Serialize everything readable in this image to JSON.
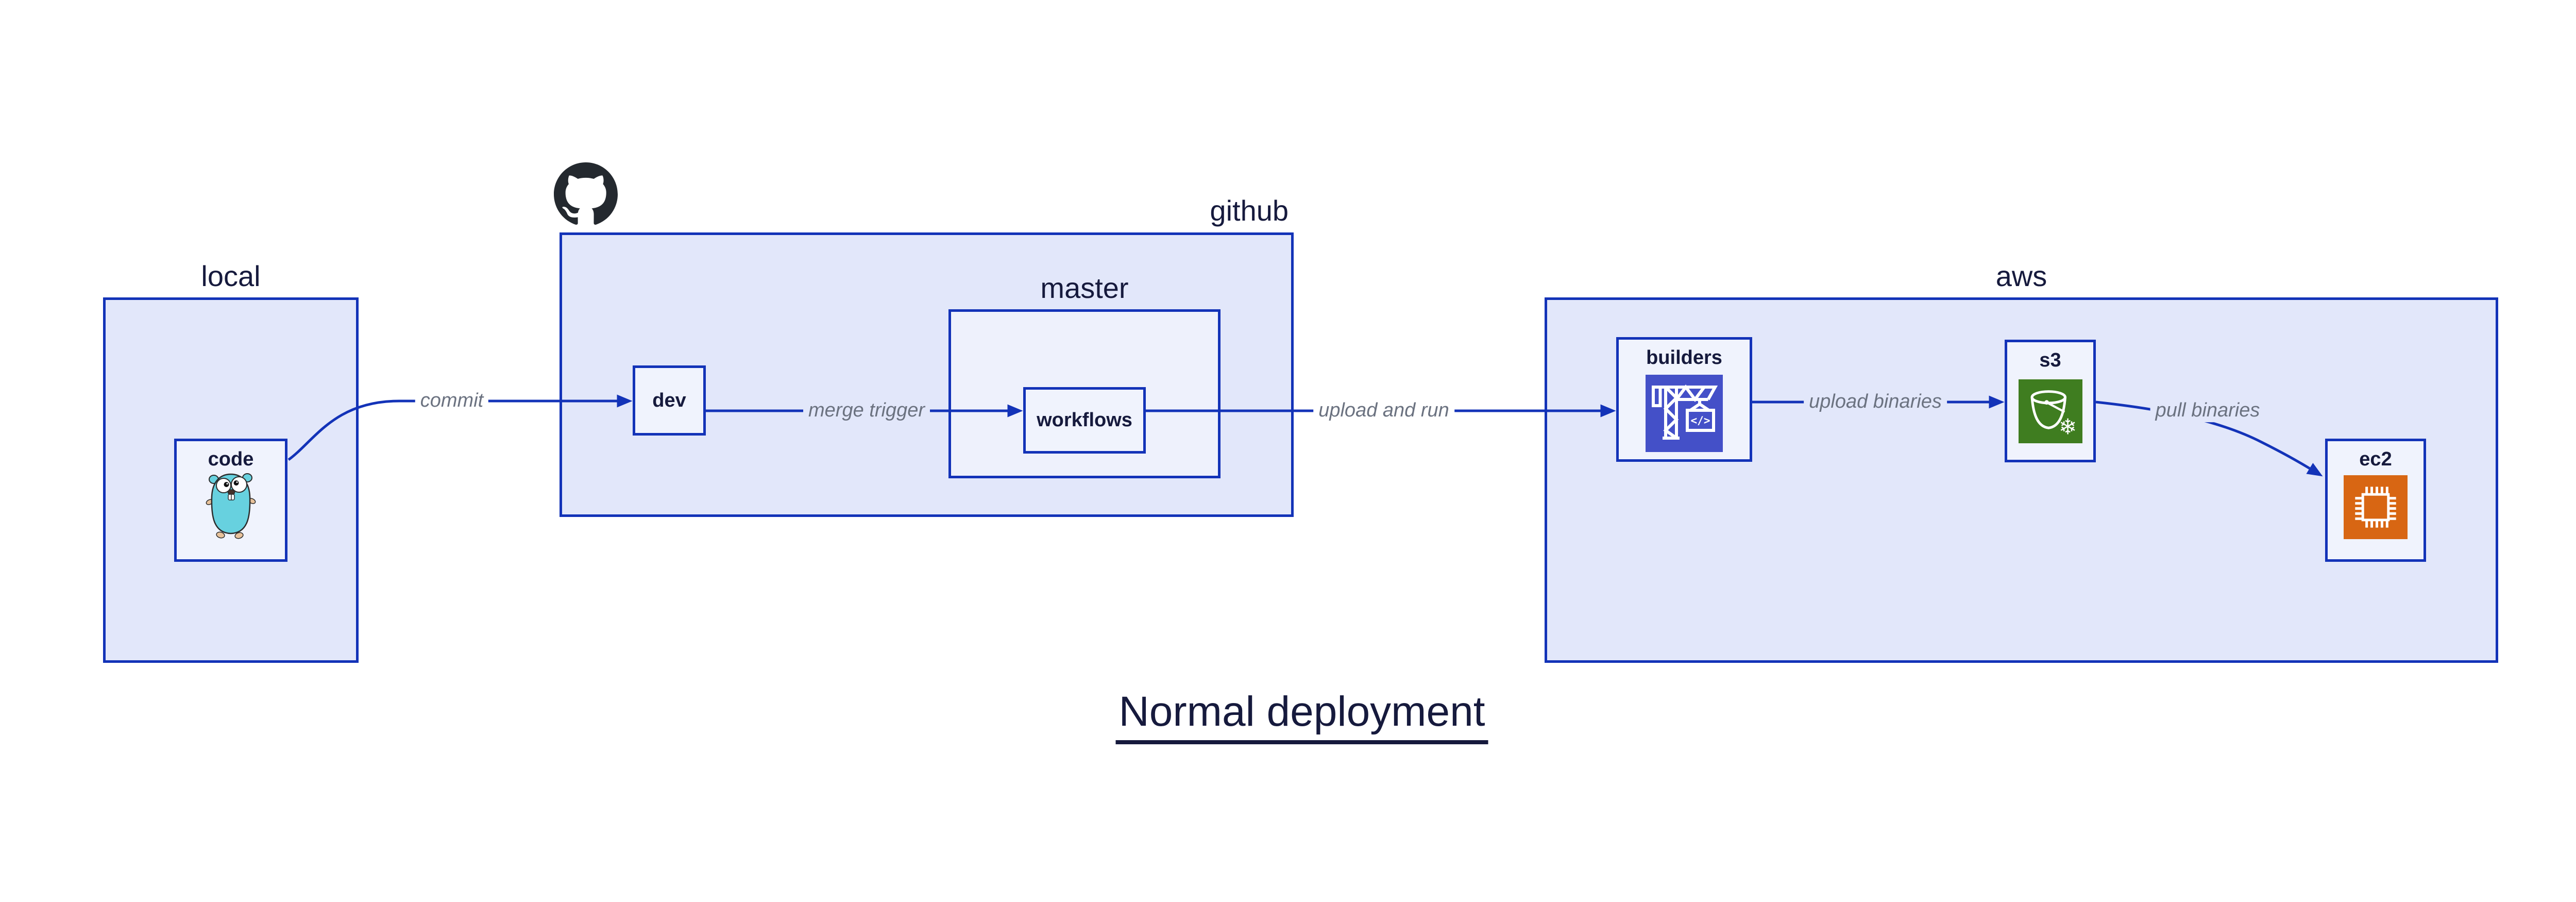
{
  "diagram": {
    "title": "Normal deployment",
    "groups": {
      "local": {
        "label": "local"
      },
      "github": {
        "label": "github",
        "logo_icon": "github-octocat-icon"
      },
      "master": {
        "label": "master"
      },
      "aws": {
        "label": "aws"
      }
    },
    "nodes": {
      "code": {
        "label": "code",
        "icon": "go-gopher-icon"
      },
      "dev": {
        "label": "dev"
      },
      "workflows": {
        "label": "workflows"
      },
      "builders": {
        "label": "builders",
        "icon": "codebuild-crane-icon",
        "icon_bg": "#4450c8"
      },
      "s3": {
        "label": "s3",
        "icon": "s3-glacier-bucket-icon",
        "icon_bg": "#3f7d20"
      },
      "ec2": {
        "label": "ec2",
        "icon": "ec2-chip-icon",
        "icon_bg": "#d86613"
      }
    },
    "edges": {
      "commit": {
        "label": "commit",
        "from": "code",
        "to": "dev"
      },
      "merge_trigger": {
        "label": "merge trigger",
        "from": "dev",
        "to": "workflows"
      },
      "upload_and_run": {
        "label": "upload and run",
        "from": "workflows",
        "to": "builders"
      },
      "upload_binaries": {
        "label": "upload binaries",
        "from": "builders",
        "to": "s3"
      },
      "pull_binaries": {
        "label": "pull binaries",
        "from": "s3",
        "to": "ec2"
      }
    },
    "colors": {
      "accent_blue": "#1333b8",
      "group_fill": "#e2e7fa",
      "node_fill": "#f0f3fd",
      "edge_label_gray": "#6b7280",
      "text_navy": "#161a3d",
      "codebuild_indigo": "#4450c8",
      "s3_green": "#3f7d20",
      "ec2_orange": "#d86613",
      "octocat_black": "#24292f",
      "gopher_teal": "#67d1df"
    }
  }
}
